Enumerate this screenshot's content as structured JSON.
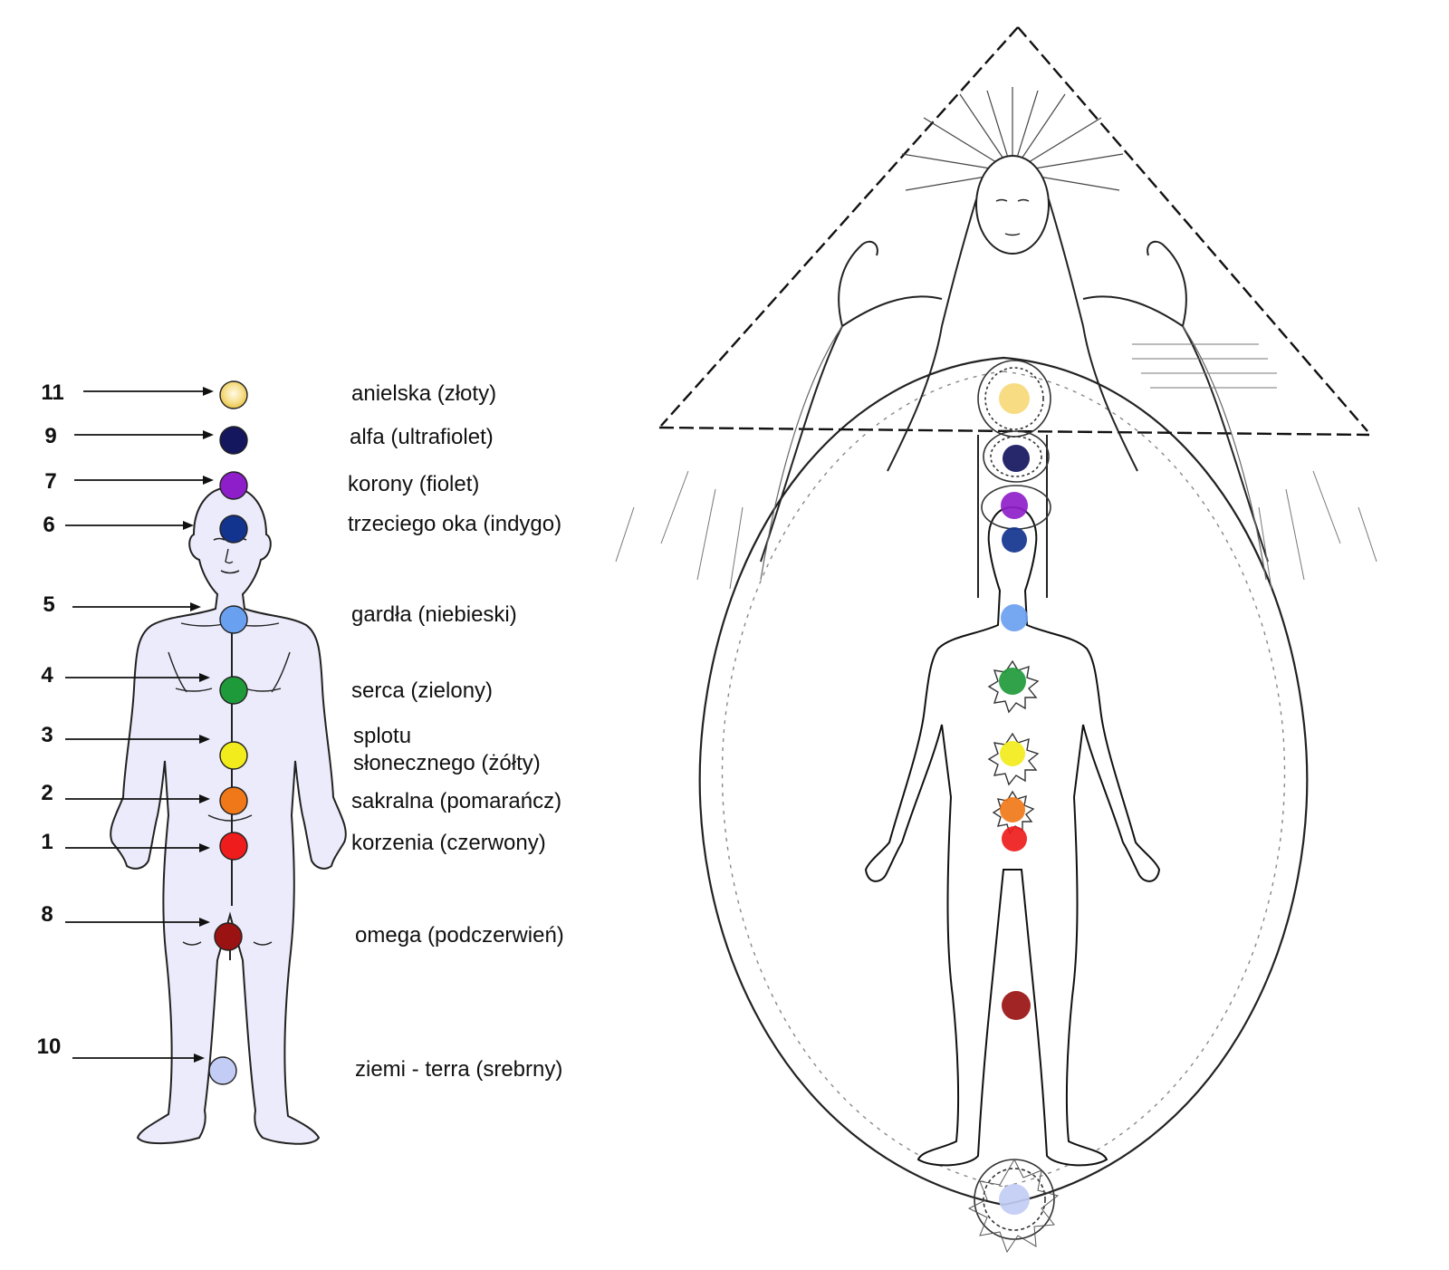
{
  "chakras": [
    {
      "number": "11",
      "label": "anielska (złoty)",
      "color": "#f7d97a"
    },
    {
      "number": "9",
      "label": "alfa (ultrafiolet)",
      "color": "#14165e"
    },
    {
      "number": "7",
      "label": "korony (fiolet)",
      "color": "#8e1ec9"
    },
    {
      "number": "6",
      "label": "trzeciego oka (indygo)",
      "color": "#12348f"
    },
    {
      "number": "5",
      "label": "gardła (niebieski)",
      "color": "#6aa0f0"
    },
    {
      "number": "4",
      "label": "serca (zielony)",
      "color": "#1f9a3a"
    },
    {
      "number": "3",
      "label": "splotu\nsłonecznego (żółty)",
      "label_line1": "splotu",
      "label_line2": "słonecznego (żółty)",
      "color": "#f2ec1c"
    },
    {
      "number": "2",
      "label": "sakralna (pomarańcz)",
      "color": "#f07818"
    },
    {
      "number": "1",
      "label": "korzenia (czerwony)",
      "color": "#ee1c1c"
    },
    {
      "number": "8",
      "label": "omega (podczerwień)",
      "color": "#9a1212"
    },
    {
      "number": "10",
      "label": "ziemi - terra (srebrny)",
      "color": "#c2ccf4"
    }
  ],
  "colors": {
    "body_fill": "#ecebfb",
    "line": "#111111",
    "sketch_line": "#333333"
  }
}
